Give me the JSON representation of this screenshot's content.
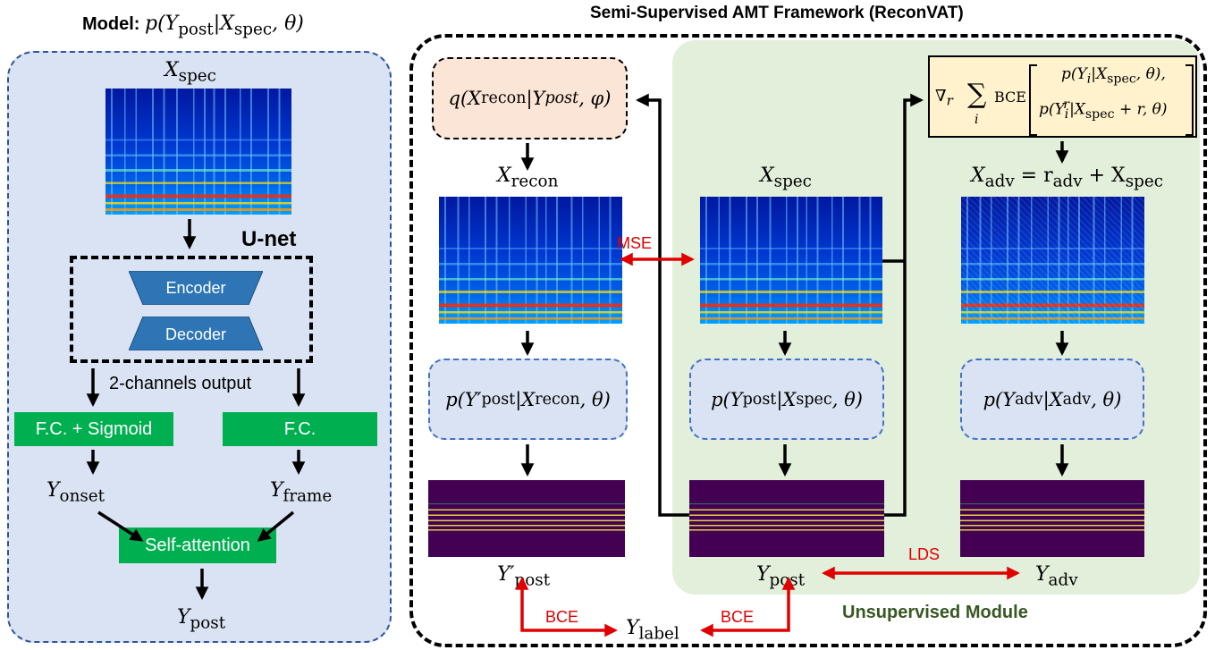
{
  "left_panel": {
    "title_prefix": "Model: ",
    "title_math": "p(Y",
    "title_sub1": "post",
    "title_mid": "|X",
    "title_sub2": "spec",
    "title_end": ", θ)",
    "x_spec_label": "X",
    "x_spec_sub": "spec",
    "unet_label": "U-net",
    "encoder_label": "Encoder",
    "decoder_label": "Decoder",
    "channels_label": "2-channels output",
    "fc_sigmoid_label": "F.C. + Sigmoid",
    "fc_label": "F.C.",
    "y_onset": "Y",
    "y_onset_sub": "onset",
    "y_frame": "Y",
    "y_frame_sub": "frame",
    "self_attention_label": "Self-attention",
    "y_post": "Y",
    "y_post_sub": "post"
  },
  "framework": {
    "title": "Semi-Supervised AMT Framework (ReconVAT)",
    "unsupervised_label": "Unsupervised Module",
    "recon_box": {
      "pre": "q(X",
      "sub1": "recon",
      "mid": "|Y",
      "sub2": "post",
      "end": ", φ)"
    },
    "vat_box": {
      "grad": "∇",
      "grad_sub": "r",
      "sum": "∑",
      "sum_sub": "i",
      "bce": "BCE",
      "line1": "p(Y",
      "line1_sub": "i",
      "line1_mid": "|X",
      "line1_sub2": "spec",
      "line1_end": ", θ),",
      "line2": "p(Y",
      "line2_sub": "i",
      "line2_sup": "r",
      "line2_mid": "|X",
      "line2_sub2": "spec",
      "line2_end": " + r, θ)"
    },
    "x_recon": {
      "base": "X",
      "sub": "recon"
    },
    "x_spec": {
      "base": "X",
      "sub": "spec"
    },
    "x_adv": {
      "base": "X",
      "sub": "adv",
      "eq": " = r",
      "sub2": "adv",
      "plus": " + X",
      "sub3": "spec"
    },
    "mse_label": "MSE",
    "lds_label": "LDS",
    "bce_left_label": "BCE",
    "bce_right_label": "BCE",
    "model_recon": {
      "pre": "p(Y′",
      "sub1": "post",
      "mid": "|X",
      "sub2": "recon",
      "end": ", θ)"
    },
    "model_spec": {
      "pre": "p(Y",
      "sub1": "post",
      "mid": "|X",
      "sub2": "spec",
      "end": ", θ)"
    },
    "model_adv": {
      "pre": "p(Y",
      "sub1": "adv",
      "mid": "|X",
      "sub2": "adv",
      "end": ", θ)"
    },
    "y_post_prime": {
      "base": "Y′",
      "sub": "post"
    },
    "y_post": {
      "base": "Y",
      "sub": "post"
    },
    "y_adv": {
      "base": "Y",
      "sub": "adv"
    },
    "y_label": {
      "base": "Y",
      "sub": "label"
    }
  },
  "colors": {
    "panel_blue": "#dae3f3",
    "unsupervised_green": "#e2efda",
    "unsupervised_text": "#385723",
    "green_block": "#00b050",
    "trapezoid": "#2e75b6",
    "recon_peach": "#fbe5d6",
    "vat_yellow": "#fff2cc",
    "arrow_red": "#e00000",
    "pianoroll_bg": "#440154"
  }
}
